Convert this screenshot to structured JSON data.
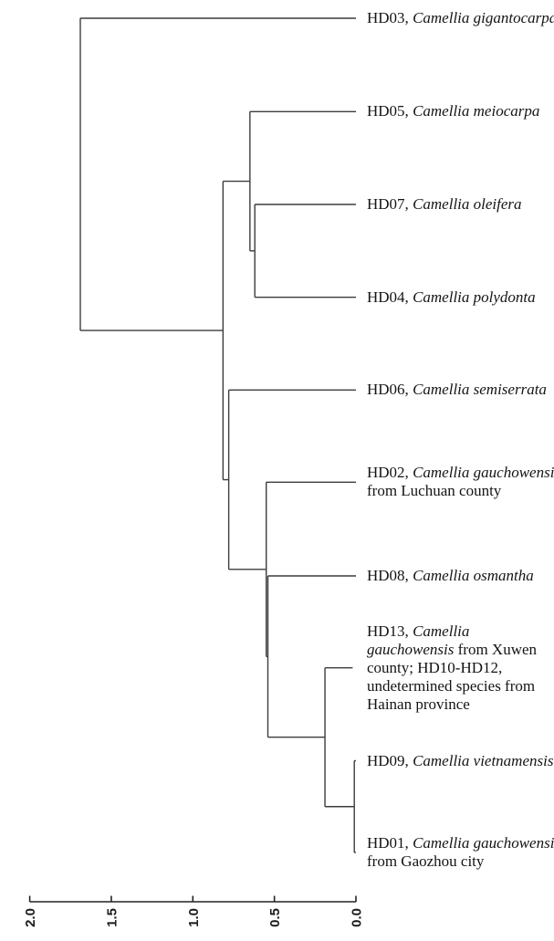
{
  "figure": {
    "kind": "hierarchical-clustering-dendrogram",
    "background_color": "#ffffff",
    "branch_color": "#3c3c3c",
    "text_color": "#141414"
  },
  "chart_data": {
    "type": "dendrogram",
    "orientation": "leaves-right",
    "title": "",
    "distance_axis": {
      "position": "bottom",
      "tick_labels": [
        "2.0",
        "1.5",
        "1.0",
        "0.5",
        "0.0"
      ],
      "tick_values": [
        2.0,
        1.5,
        1.0,
        0.5,
        0.0
      ],
      "range": [
        2.0,
        0.0
      ],
      "label_rotation_deg": -90
    },
    "leaf_order": [
      "HD03",
      "HD05",
      "HD07",
      "HD04",
      "HD06",
      "HD02",
      "HD08",
      "HD13",
      "HD09",
      "HD01"
    ],
    "tree": {
      "height": 1.69,
      "children": [
        {
          "leaf": "HD03"
        },
        {
          "height": 0.815,
          "children": [
            {
              "height": 0.65,
              "children": [
                {
                  "leaf": "HD05"
                },
                {
                  "height": 0.62,
                  "children": [
                    {
                      "leaf": "HD07"
                    },
                    {
                      "leaf": "HD04"
                    }
                  ]
                }
              ]
            },
            {
              "height": 0.78,
              "children": [
                {
                  "leaf": "HD06"
                },
                {
                  "height": 0.55,
                  "children": [
                    {
                      "leaf": "HD02"
                    },
                    {
                      "height": 0.54,
                      "children": [
                        {
                          "leaf": "HD08"
                        },
                        {
                          "height": 0.19,
                          "children": [
                            {
                              "leaf": "HD13",
                              "tip_height": 0.02
                            },
                            {
                              "height": 0.01,
                              "children": [
                                {
                                  "leaf": "HD09"
                                },
                                {
                                  "leaf": "HD01"
                                }
                              ]
                            }
                          ]
                        }
                      ]
                    }
                  ]
                }
              ]
            }
          ]
        }
      ]
    },
    "leaf_labels": {
      "HD03": {
        "lines": [
          [
            {
              "text": "HD03, ",
              "italic": false
            },
            {
              "text": "Camellia gigantocarpa",
              "italic": true
            }
          ]
        ]
      },
      "HD05": {
        "lines": [
          [
            {
              "text": "HD05, ",
              "italic": false
            },
            {
              "text": "Camellia meiocarpa",
              "italic": true
            }
          ]
        ]
      },
      "HD07": {
        "lines": [
          [
            {
              "text": "HD07, ",
              "italic": false
            },
            {
              "text": "Camellia oleifera",
              "italic": true
            }
          ]
        ]
      },
      "HD04": {
        "lines": [
          [
            {
              "text": "HD04, ",
              "italic": false
            },
            {
              "text": "Camellia polydonta",
              "italic": true
            }
          ]
        ]
      },
      "HD06": {
        "lines": [
          [
            {
              "text": "HD06, ",
              "italic": false
            },
            {
              "text": "Camellia semiserrata",
              "italic": true
            }
          ]
        ]
      },
      "HD02": {
        "lines": [
          [
            {
              "text": "HD02, ",
              "italic": false
            },
            {
              "text": "Camellia gauchowensis",
              "italic": true
            }
          ],
          [
            {
              "text": "from Luchuan county",
              "italic": false
            }
          ]
        ]
      },
      "HD08": {
        "lines": [
          [
            {
              "text": "HD08, ",
              "italic": false
            },
            {
              "text": "Camellia osmantha",
              "italic": true
            }
          ]
        ]
      },
      "HD13": {
        "lines": [
          [
            {
              "text": "HD13, ",
              "italic": false
            },
            {
              "text": "Camellia",
              "italic": true
            }
          ],
          [
            {
              "text": "gauchowensis",
              "italic": true
            },
            {
              "text": " from Xuwen",
              "italic": false
            }
          ],
          [
            {
              "text": "county; HD10-HD12,",
              "italic": false
            }
          ],
          [
            {
              "text": "undetermined species from",
              "italic": false
            }
          ],
          [
            {
              "text": "Hainan province",
              "italic": false
            }
          ]
        ]
      },
      "HD09": {
        "lines": [
          [
            {
              "text": "HD09, ",
              "italic": false
            },
            {
              "text": "Camellia vietnamensis",
              "italic": true
            }
          ]
        ]
      },
      "HD01": {
        "lines": [
          [
            {
              "text": "HD01, ",
              "italic": false
            },
            {
              "text": "Camellia gauchowensis",
              "italic": true
            }
          ],
          [
            {
              "text": "from Gaozhou city",
              "italic": false
            }
          ]
        ]
      }
    }
  }
}
